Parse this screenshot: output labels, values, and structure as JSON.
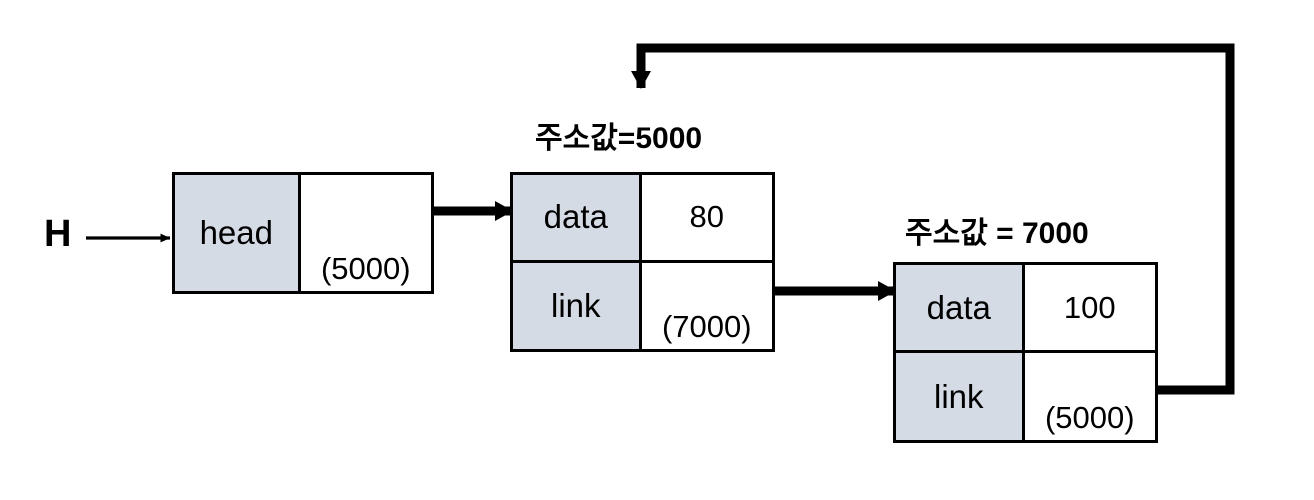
{
  "diagram": {
    "title": "circular-linked-list",
    "colors": {
      "stroke": "#000000",
      "label_cell_fill": "#d5dbe4",
      "value_cell_fill": "#ffffff",
      "background": "#ffffff"
    },
    "pointer": {
      "label": "H"
    },
    "captions": {
      "node2": "주소값=5000",
      "node3": "주소값 = 7000"
    },
    "nodes": [
      {
        "id": "head",
        "rows": [
          {
            "label": "head",
            "value": "(5000)"
          }
        ]
      },
      {
        "id": "node-5000",
        "address": "5000",
        "rows": [
          {
            "label": "data",
            "value": "80"
          },
          {
            "label": "link",
            "value": "(7000)"
          }
        ]
      },
      {
        "id": "node-7000",
        "address": "7000",
        "rows": [
          {
            "label": "data",
            "value": "100"
          },
          {
            "label": "link",
            "value": "(5000)"
          }
        ]
      }
    ],
    "edges": [
      {
        "id": "h-to-head",
        "from": "H",
        "to": "head"
      },
      {
        "id": "head-to-5000",
        "from": "head.link(5000)",
        "to": "node-5000"
      },
      {
        "id": "5000-to-7000",
        "from": "node-5000.link(7000)",
        "to": "node-7000"
      },
      {
        "id": "7000-to-5000",
        "from": "node-7000.link(5000)",
        "to": "node-5000"
      }
    ]
  }
}
